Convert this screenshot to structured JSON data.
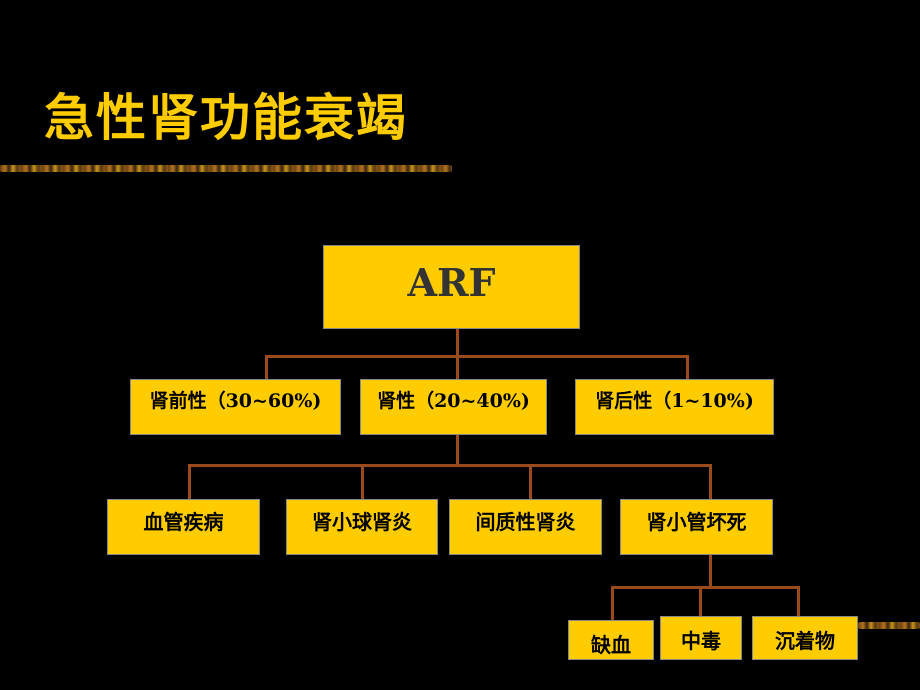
{
  "title": "急性肾功能衰竭",
  "root": {
    "label": "ARF"
  },
  "level1": [
    {
      "label": "肾前性（30~60%)"
    },
    {
      "label": "肾性（20~40%)"
    },
    {
      "label": "肾后性（1~10%)"
    }
  ],
  "level2": [
    {
      "label": "血管疾病"
    },
    {
      "label": "肾小球肾炎"
    },
    {
      "label": "间质性肾炎"
    },
    {
      "label": "肾小管坏死"
    }
  ],
  "level3": [
    {
      "label": "缺血"
    },
    {
      "label": "中毒"
    },
    {
      "label": "沉着物"
    }
  ],
  "colors": {
    "box": "#ffcc00",
    "connector": "#9a4a1c",
    "title": "#ffcc00",
    "background": "#000000"
  }
}
